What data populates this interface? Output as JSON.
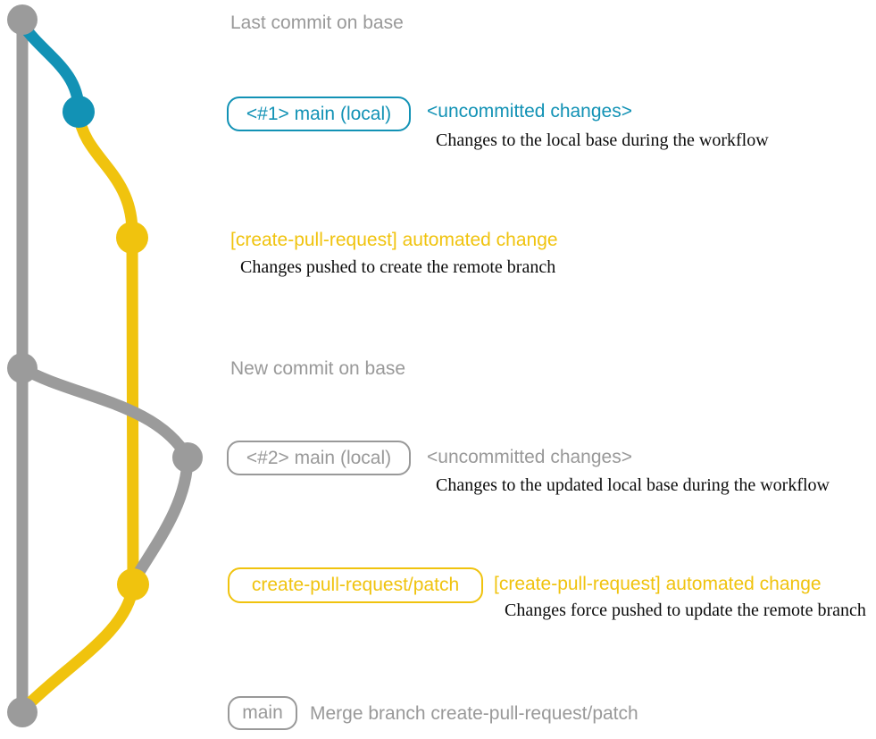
{
  "colors": {
    "gray": "#999999",
    "grayline": "#9b9b9b",
    "teal": "#1292b5",
    "yellow": "#f0c30e",
    "ink": "#0c0c0c",
    "background": "#ffffff"
  },
  "graph": {
    "branches": [
      {
        "name": "base",
        "color": "gray"
      },
      {
        "name": "local-uncommitted-changes",
        "color": "teal"
      },
      {
        "name": "create-pull-request-patch",
        "color": "yellow"
      }
    ],
    "nodes": [
      {
        "name": "last-commit-on-base",
        "color": "gray"
      },
      {
        "name": "uncommitted-changes-1",
        "color": "teal"
      },
      {
        "name": "automated-change-commit-1",
        "color": "yellow"
      },
      {
        "name": "new-commit-on-base",
        "color": "gray"
      },
      {
        "name": "uncommitted-changes-2",
        "color": "gray"
      },
      {
        "name": "automated-change-commit-2",
        "color": "yellow"
      },
      {
        "name": "merge-commit",
        "color": "gray"
      }
    ]
  },
  "annotations": {
    "last_commit": {
      "text": "Last commit on base"
    },
    "row1": {
      "badge": "<#1> main (local)",
      "heading": "<uncommitted changes>",
      "description": "Changes to the local base during the workflow"
    },
    "row2": {
      "heading": "[create-pull-request] automated change",
      "description": "Changes pushed to create the remote branch"
    },
    "new_commit": {
      "text": "New commit on base"
    },
    "row3": {
      "badge": "<#2> main (local)",
      "heading": "<uncommitted changes>",
      "description": "Changes to the updated local base during the workflow"
    },
    "row4": {
      "badge": "create-pull-request/patch",
      "heading": "[create-pull-request] automated change",
      "description": "Changes force pushed to update the remote branch"
    },
    "row5": {
      "badge": "main",
      "text": "Merge branch create-pull-request/patch"
    }
  }
}
